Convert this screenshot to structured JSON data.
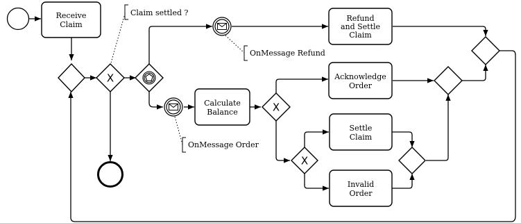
{
  "tasks": {
    "receive_claim": [
      "Receive",
      "Claim"
    ],
    "refund_settle": [
      "Refund",
      "and Settle",
      "Claim"
    ],
    "acknowledge_order": [
      "Acknowledge",
      "Order"
    ],
    "calculate_balance": [
      "Calculate",
      "Balance"
    ],
    "settle_claim": [
      "Settle",
      "Claim"
    ],
    "invalid_order": [
      "Invalid",
      "Order"
    ]
  },
  "annotations": {
    "claim_settled": "Claim settled ?",
    "on_message_refund": "OnMessage Refund",
    "on_message_order": "OnMessage Order"
  },
  "gateways": {
    "xor_marker": "X"
  }
}
